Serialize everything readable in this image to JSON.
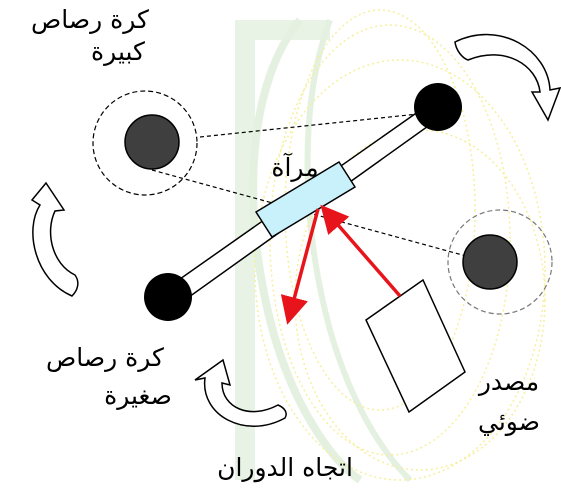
{
  "labels": {
    "large_ball": [
      "كرة رصاص",
      "كبيرة"
    ],
    "mirror": "مرآة",
    "small_ball": [
      "كرة رصاص",
      "صغيرة"
    ],
    "light_source": [
      "مصدر",
      "ضوئي"
    ],
    "rotation_direction": "اتجاه الدوران"
  },
  "colors": {
    "light_ray": "#e8141b",
    "mirror_fill": "#c9f1fb",
    "ball_fill": "#3f3f3f",
    "small_ball_fill": "#000000",
    "watermark_green": "#b8e0b0",
    "watermark_yellow": "#f1e24a"
  },
  "icons": [
    "curved-rotation-arrow-icon"
  ]
}
